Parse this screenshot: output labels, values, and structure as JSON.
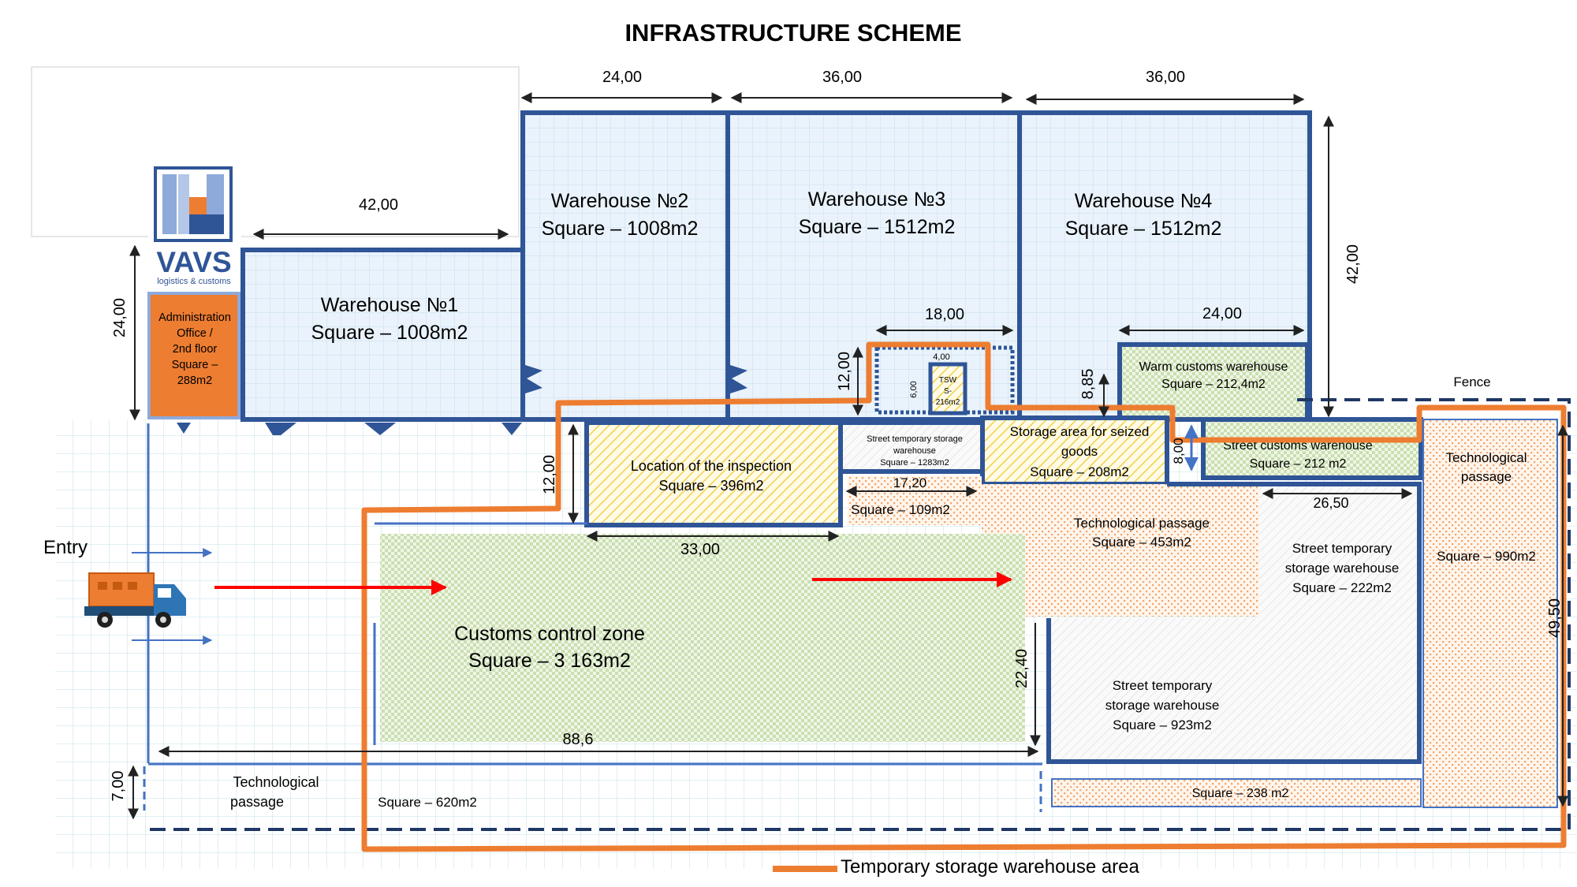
{
  "title": "INFRASTRUCTURE SCHEME",
  "logo": {
    "brand": "VAVS",
    "tagline": "logistics & customs"
  },
  "entry": "Entry",
  "fence": "Fence",
  "legend": {
    "label": "Temporary storage warehouse area",
    "color": "#ed7d31"
  },
  "colors": {
    "wall": "#2f5597",
    "temp_storage": "#ed7d31",
    "arrow": "#ff0000",
    "grid": "#cfe6ee"
  },
  "admin": {
    "l1": "Administration",
    "l2": "Office /",
    "l3": "2nd floor",
    "l4": "Square –",
    "l5": "288m2"
  },
  "warehouses": {
    "w1": {
      "name": "Warehouse №1",
      "area": "Square – 1008m2"
    },
    "w2": {
      "name": "Warehouse №2",
      "area": "Square – 1008m2"
    },
    "w3": {
      "name": "Warehouse №3",
      "area": "Square – 1512m2"
    },
    "w4": {
      "name": "Warehouse №4",
      "area": "Square – 1512m2"
    }
  },
  "zones": {
    "warm": {
      "name": "Warm customs warehouse",
      "area": "Square – 212,4m2"
    },
    "tsw": {
      "l1": "TSW",
      "l2": "S-",
      "l3": "216m2"
    },
    "inspection": {
      "name": "Location of the inspection",
      "area": "Square – 396m2"
    },
    "street_small": {
      "l1": "Street temporary storage",
      "l2": "warehouse",
      "l3": "Square – 1283m2"
    },
    "seized": {
      "l1": "Storage area for seized",
      "l2": "goods",
      "l3": "Square – 208m2"
    },
    "street_customs": {
      "name": "Street customs warehouse",
      "area": "Square – 212 m2"
    },
    "tech_right": {
      "l1": "Technological",
      "l2": "passage",
      "l3": "Square – 990m2"
    },
    "sq109": "Square – 109m2",
    "tech_mid": {
      "name": "Technological passage",
      "area": "Square – 453m2"
    },
    "street222": {
      "l1": "Street temporary",
      "l2": "storage warehouse",
      "l3": "Square – 222m2"
    },
    "customs_control": {
      "name": "Customs control zone",
      "area": "Square – 3 163m2"
    },
    "street923": {
      "l1": "Street temporary",
      "l2": "storage warehouse",
      "l3": "Square – 923m2"
    },
    "tech_bottom": {
      "l1": "Technological",
      "l2": "passage"
    },
    "sq620": "Square – 620m2",
    "sq238": "Square – 238 m2"
  },
  "dims": {
    "d24a": "24,00",
    "d36a": "36,00",
    "d36b": "36,00",
    "d42top": "42,00",
    "d24left": "24,00",
    "d42right": "42,00",
    "d18": "18,00",
    "d24b": "24,00",
    "d12a": "12,00",
    "d4": "4,00",
    "d6": "6,00",
    "d885": "8,85",
    "d12b": "12,00",
    "d1720": "17,20",
    "d8": "8,00",
    "d2650": "26,50",
    "d33": "33,00",
    "d2240": "22,40",
    "d4950": "49,50",
    "d886": "88,6",
    "d7": "7,00"
  }
}
